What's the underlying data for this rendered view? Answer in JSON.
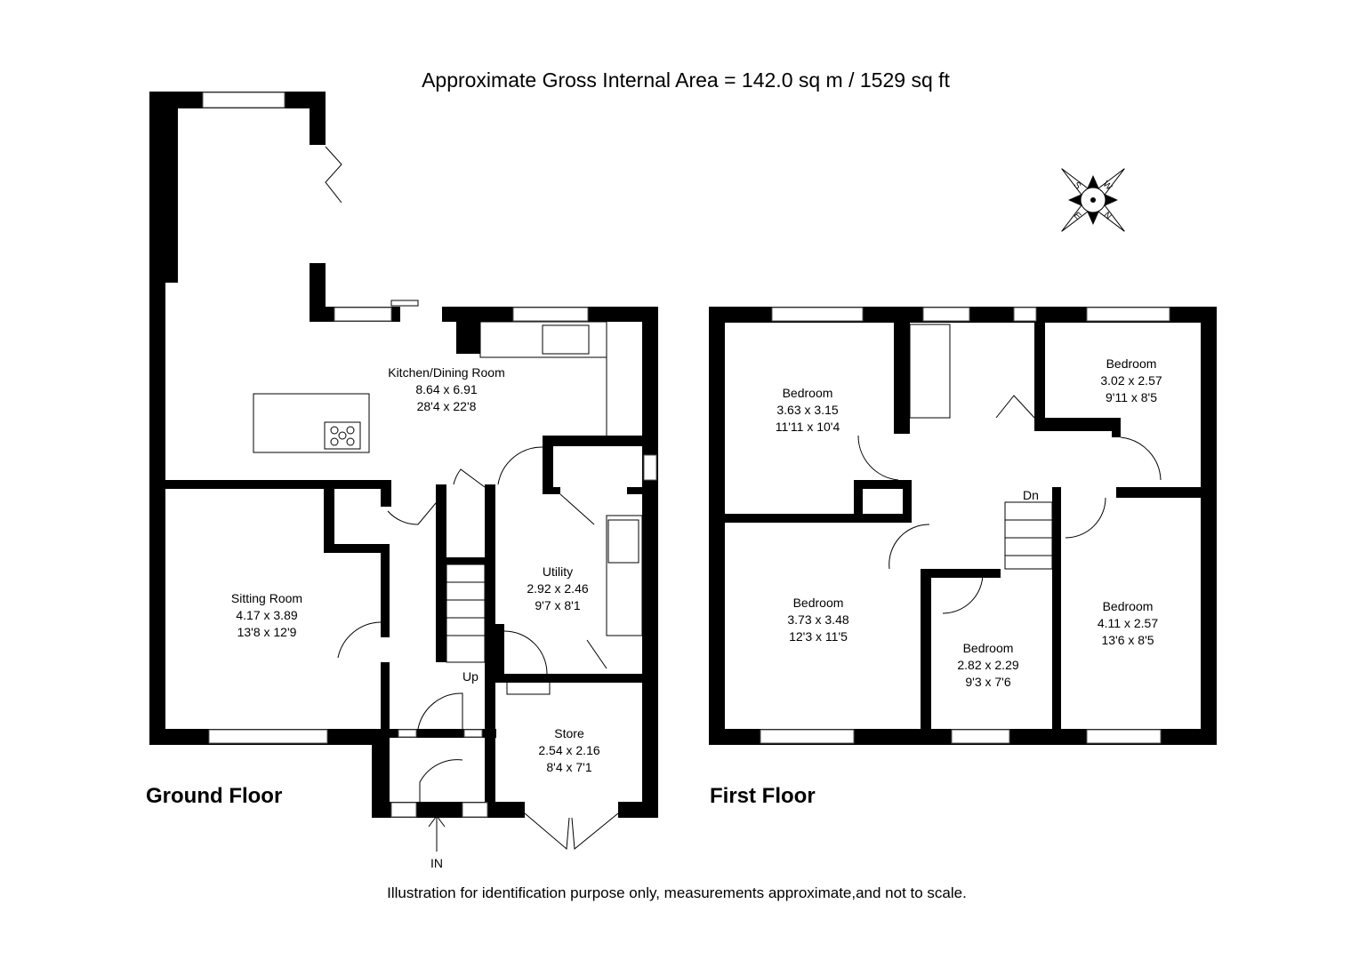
{
  "header": {
    "title": "Approximate Gross Internal Area = 142.0 sq m / 1529 sq ft"
  },
  "footer": {
    "note": "Illustration for identification purpose only, measurements approximate,and not to scale."
  },
  "compass": {
    "letters": [
      "S",
      "W",
      "E",
      "N"
    ]
  },
  "ground_floor": {
    "label": "Ground Floor",
    "entrance": "IN",
    "stairs": "Up",
    "rooms": [
      {
        "name": "Kitchen/Dining Room",
        "metric": "8.64 x 6.91",
        "imperial": "28'4 x 22'8"
      },
      {
        "name": "Sitting Room",
        "metric": "4.17 x 3.89",
        "imperial": "13'8 x 12'9"
      },
      {
        "name": "Utility",
        "metric": "2.92 x 2.46",
        "imperial": "9'7 x 8'1"
      },
      {
        "name": "Store",
        "metric": "2.54 x 2.16",
        "imperial": "8'4 x 7'1"
      }
    ]
  },
  "first_floor": {
    "label": "First Floor",
    "stairs": "Dn",
    "rooms": [
      {
        "name": "Bedroom",
        "metric": "3.63 x 3.15",
        "imperial": "11'11 x 10'4"
      },
      {
        "name": "Bedroom",
        "metric": "3.02 x 2.57",
        "imperial": "9'11 x 8'5"
      },
      {
        "name": "Bedroom",
        "metric": "3.73 x 3.48",
        "imperial": "12'3 x 11'5"
      },
      {
        "name": "Bedroom",
        "metric": "2.82 x 2.29",
        "imperial": "9'3 x 7'6"
      },
      {
        "name": "Bedroom",
        "metric": "4.11 x 2.57",
        "imperial": "13'6 x 8'5"
      }
    ]
  }
}
